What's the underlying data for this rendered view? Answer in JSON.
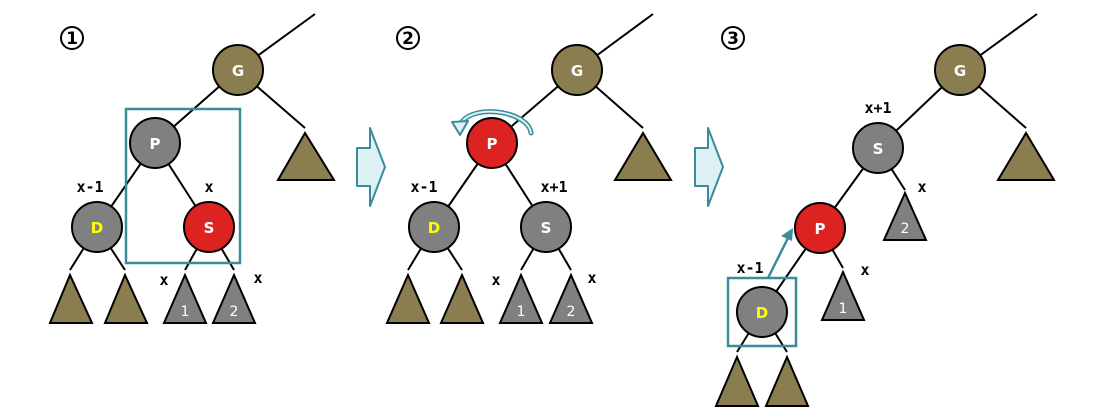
{
  "colors": {
    "gold": "#8a7d50",
    "gray": "#808080",
    "red": "#dd2222",
    "frame": "#3a8c99",
    "arrow_fill": "#ddf1f5"
  },
  "steps": [
    "1",
    "2",
    "3"
  ],
  "panel1": {
    "nodes": {
      "g": "G",
      "p": "P",
      "d": "D",
      "s": "S"
    },
    "subtrees": {
      "t1": "1",
      "t2": "2"
    },
    "labels": {
      "d": "x-1",
      "s": "x",
      "t1": "x",
      "t2": "x"
    }
  },
  "panel2": {
    "nodes": {
      "g": "G",
      "p": "P",
      "d": "D",
      "s": "S"
    },
    "subtrees": {
      "t1": "1",
      "t2": "2"
    },
    "labels": {
      "d": "x-1",
      "s": "x+1",
      "t1": "x",
      "t2": "x"
    }
  },
  "panel3": {
    "nodes": {
      "g": "G",
      "s": "S",
      "p": "P",
      "d": "D"
    },
    "subtrees": {
      "t1": "1",
      "t2": "2"
    },
    "labels": {
      "s": "x+1",
      "t2": "x",
      "d": "x-1",
      "t1": "x"
    }
  }
}
